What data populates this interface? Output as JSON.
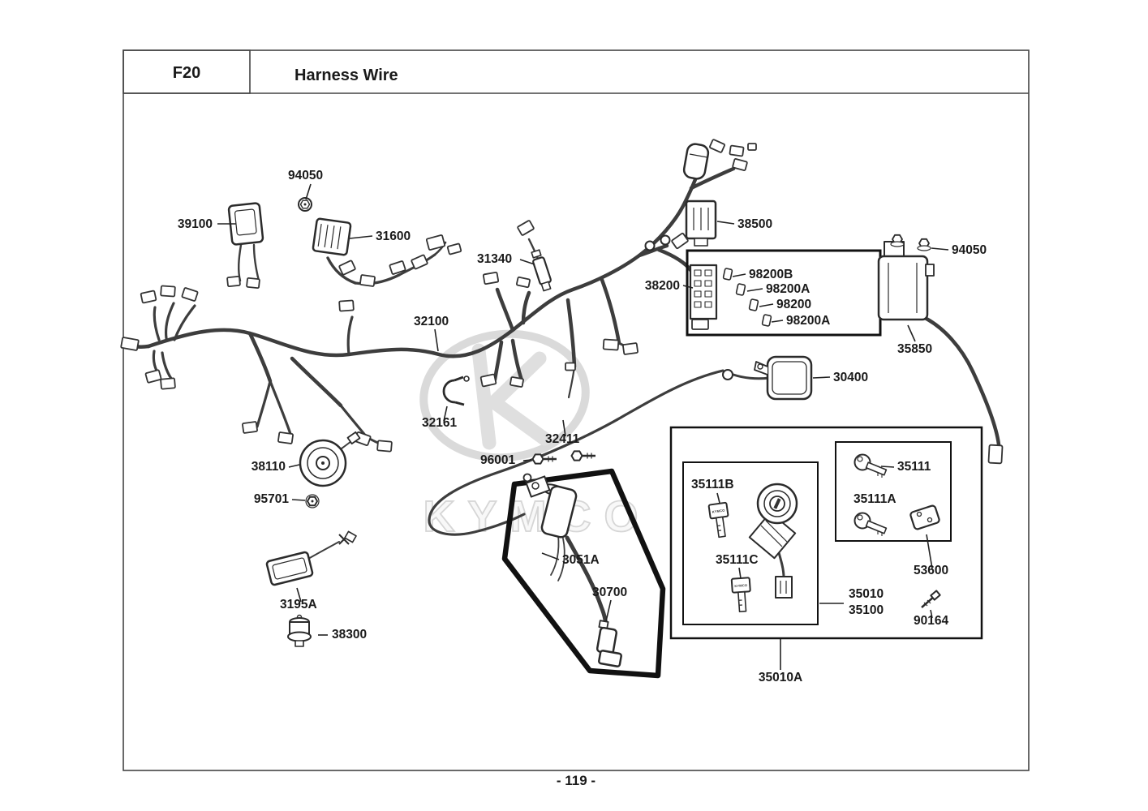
{
  "header": {
    "code": "F20",
    "title": "Harness Wire"
  },
  "footer": {
    "page_number": "- 119 -"
  },
  "watermark": {
    "brand": "KYMCO"
  },
  "keys": {
    "brand": "KYMCO"
  },
  "colors": {
    "line": "#3d3d3d",
    "component": "#2b2b2b",
    "label": "#1a1a1a",
    "box": "#111111",
    "watermark": "#bdbdbd"
  },
  "labels": {
    "l94050_top": "94050",
    "l39100": "39100",
    "l31600": "31600",
    "l31340": "31340",
    "l38500": "38500",
    "l98200B": "98200B",
    "l98200A_1": "98200A",
    "l98200": "98200",
    "l98200A_2": "98200A",
    "l38200": "38200",
    "l94050_right": "94050",
    "l35850": "35850",
    "l32100": "32100",
    "l30400": "30400",
    "l32161": "32161",
    "l32411": "32411",
    "l96001": "96001",
    "l38110": "38110",
    "l95701": "95701",
    "l3051A": "3051A",
    "l30700": "30700",
    "l3195A": "3195A",
    "l38300": "38300",
    "l35111B": "35111B",
    "l35111C": "35111C",
    "l35111": "35111",
    "l35111A": "35111A",
    "l53600": "53600",
    "l35010": "35010",
    "l35100": "35100",
    "l90164": "90164",
    "l35010A": "35010A"
  }
}
